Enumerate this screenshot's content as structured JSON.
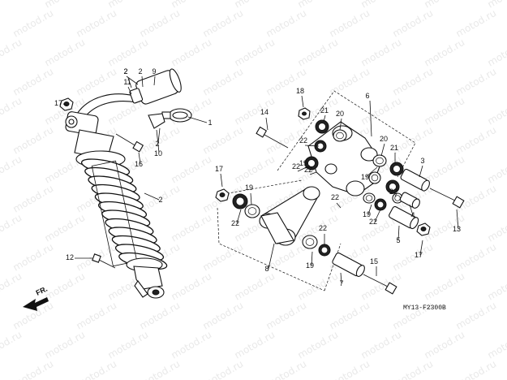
{
  "watermark": "motod.ru",
  "diagram_code": "MY13-F2300B",
  "direction_label": "FR.",
  "callouts": [
    "1",
    "2",
    "2",
    "2",
    "2",
    "2",
    "3",
    "4",
    "5",
    "6",
    "7",
    "8",
    "9",
    "10",
    "11",
    "12",
    "13",
    "14",
    "15",
    "16",
    "17",
    "17",
    "17",
    "18",
    "19",
    "19",
    "19",
    "19",
    "19",
    "20",
    "20",
    "21",
    "21",
    "22",
    "22",
    "22",
    "22",
    "22",
    "22",
    "22",
    "22"
  ]
}
